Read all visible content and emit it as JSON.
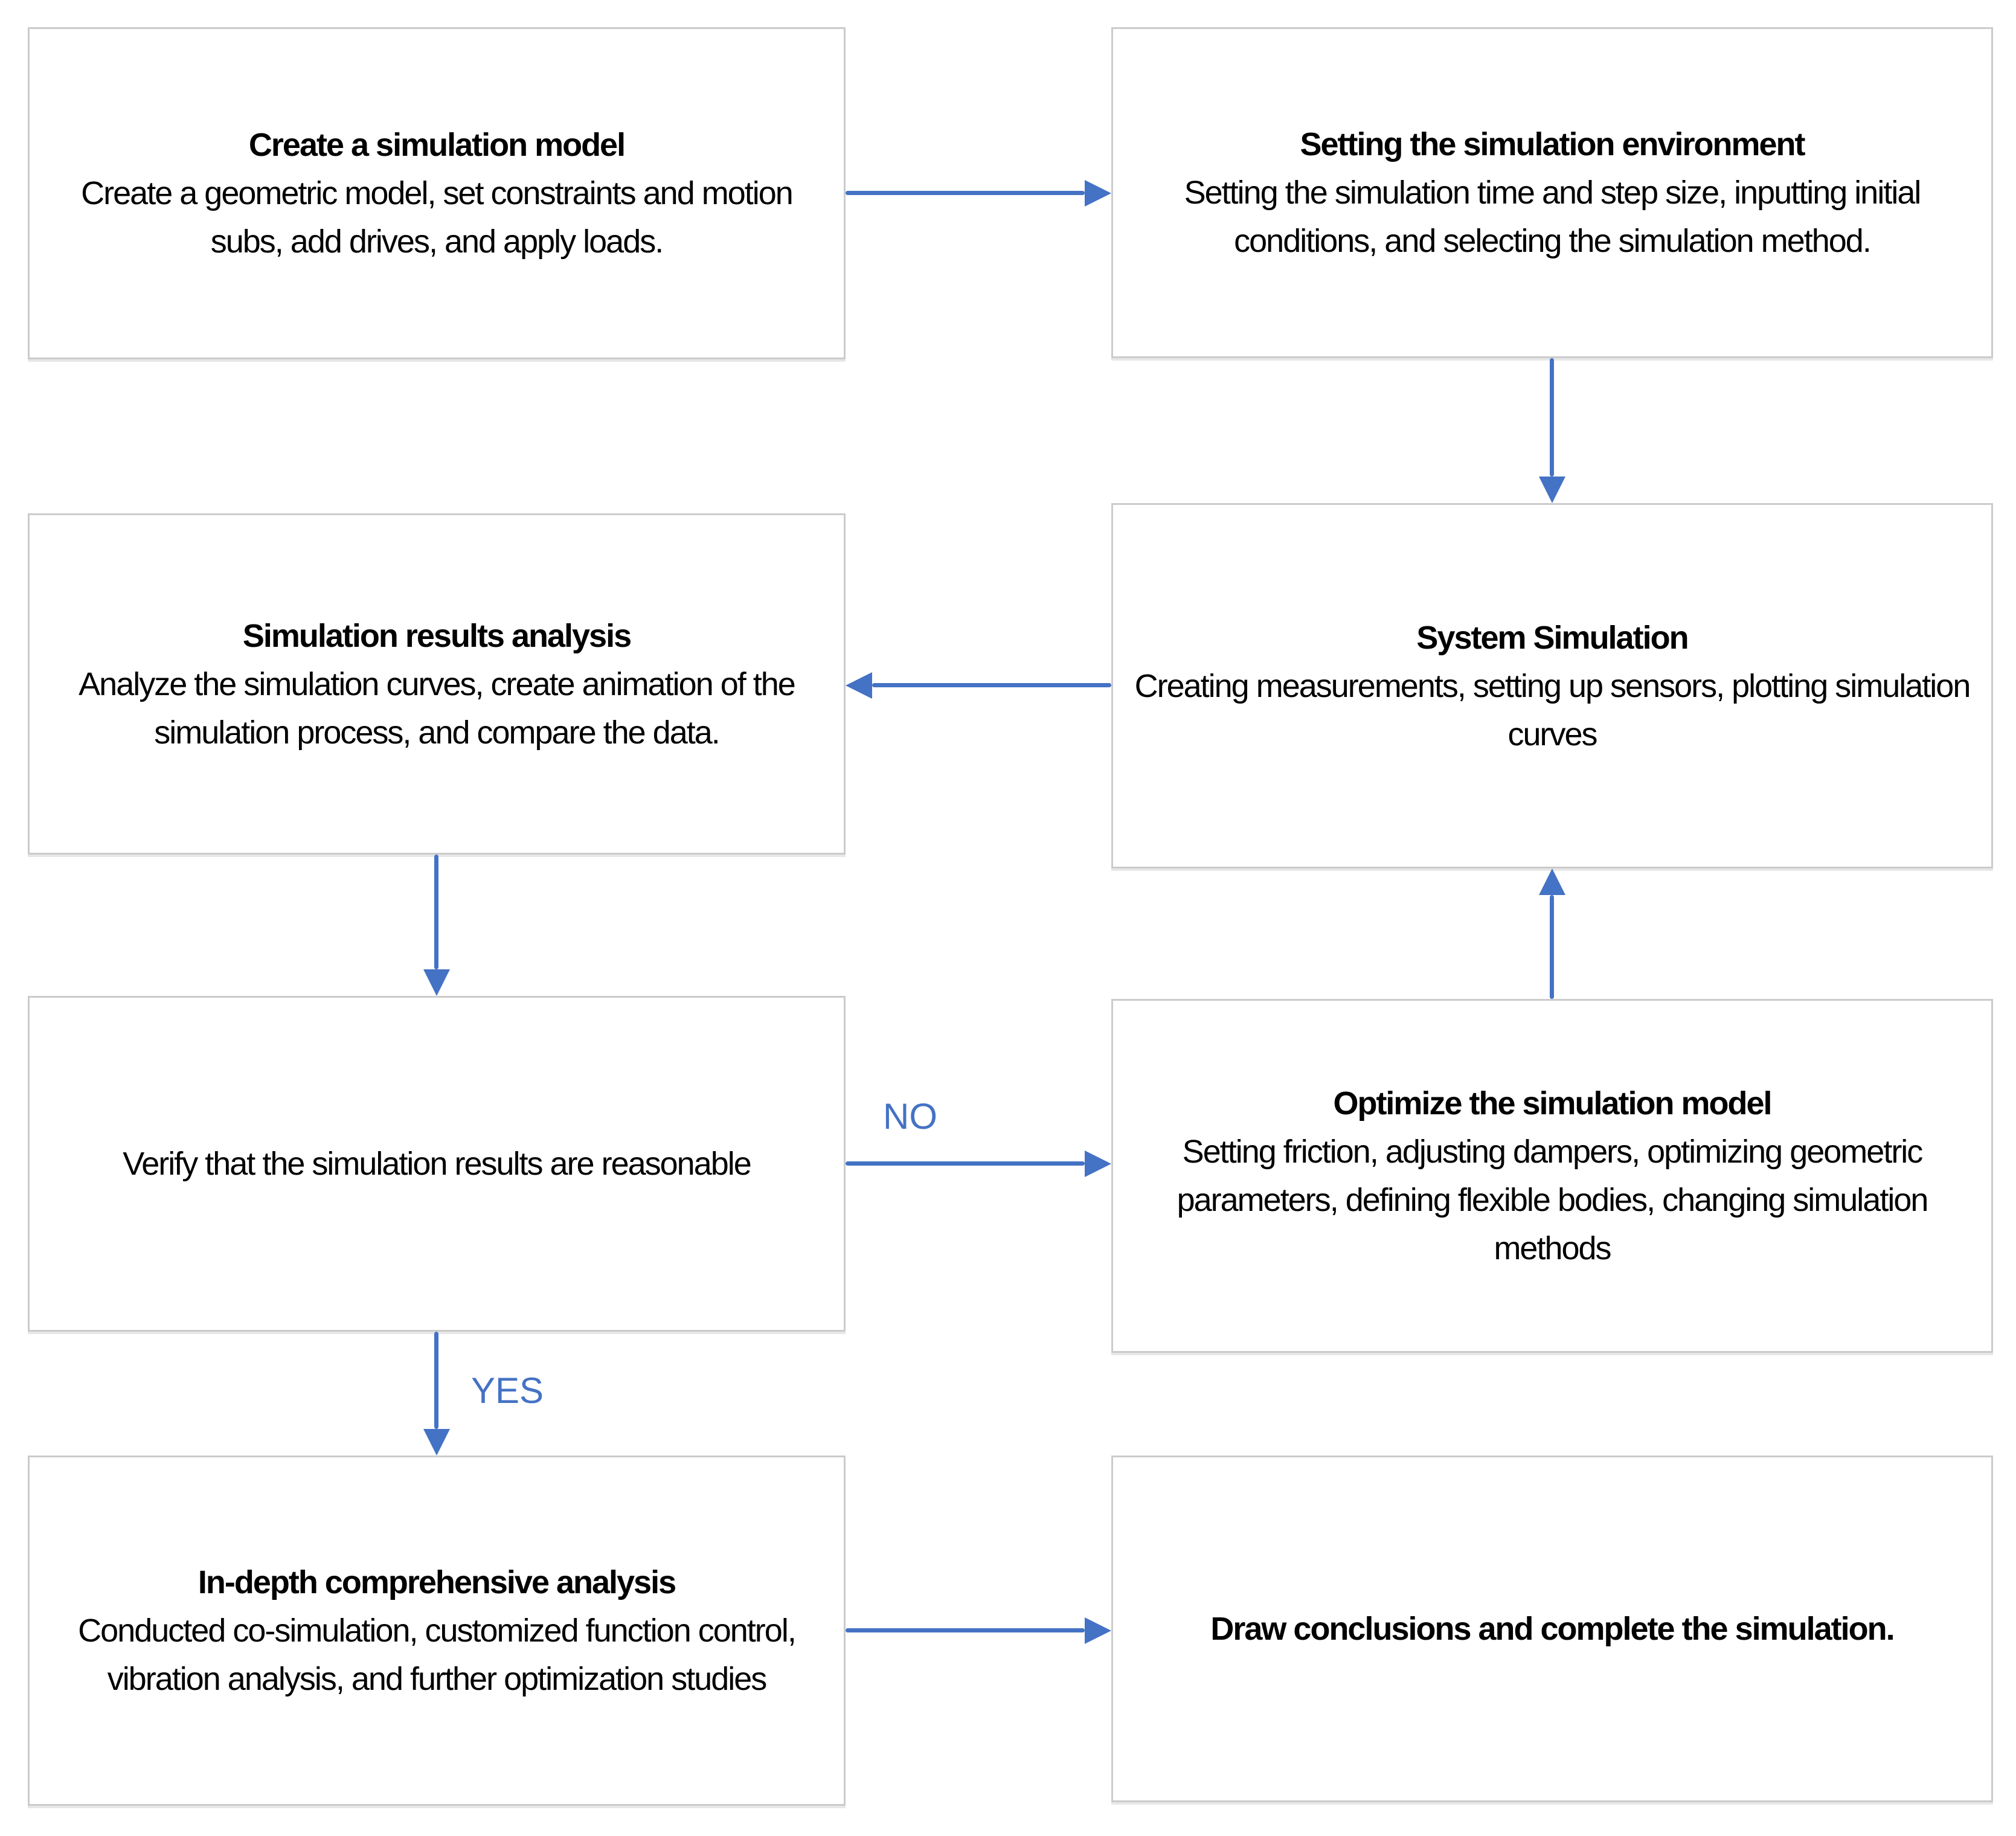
{
  "flowchart": {
    "arrow_color": "#4472C4",
    "box_border_color": "#CBCBCB",
    "text_color": "#000000",
    "nodes": [
      {
        "id": "create-model",
        "title": "Create a simulation model",
        "body": "Create a geometric model, set constraints and motion subs, add drives, and apply loads."
      },
      {
        "id": "set-environment",
        "title": "Setting the simulation environment",
        "body": "Setting the simulation time and step size, inputting initial conditions, and selecting the simulation method."
      },
      {
        "id": "results-analysis",
        "title": "Simulation results analysis",
        "body": "Analyze the simulation curves, create animation of the simulation process, and compare the data."
      },
      {
        "id": "system-simulation",
        "title": "System Simulation",
        "body": "Creating measurements, setting up sensors, plotting simulation curves"
      },
      {
        "id": "verify",
        "title": "",
        "body": "Verify that the simulation results are reasonable"
      },
      {
        "id": "optimize-model",
        "title": "Optimize the simulation model",
        "body": "Setting friction, adjusting dampers, optimizing geometric parameters, defining flexible bodies, changing simulation methods"
      },
      {
        "id": "in-depth-analysis",
        "title": "In-depth comprehensive analysis",
        "body": "Conducted co-simulation, customized function control, vibration analysis, and further optimization studies"
      },
      {
        "id": "draw-conclusions",
        "title": "Draw conclusions and complete the simulation.",
        "body": ""
      }
    ],
    "edges": [
      {
        "from": "create-model",
        "to": "set-environment",
        "label": ""
      },
      {
        "from": "set-environment",
        "to": "system-simulation",
        "label": ""
      },
      {
        "from": "system-simulation",
        "to": "results-analysis",
        "label": ""
      },
      {
        "from": "results-analysis",
        "to": "verify",
        "label": ""
      },
      {
        "from": "verify",
        "to": "optimize-model",
        "label": "NO"
      },
      {
        "from": "optimize-model",
        "to": "system-simulation",
        "label": ""
      },
      {
        "from": "verify",
        "to": "in-depth-analysis",
        "label": "YES"
      },
      {
        "from": "in-depth-analysis",
        "to": "draw-conclusions",
        "label": ""
      }
    ]
  }
}
